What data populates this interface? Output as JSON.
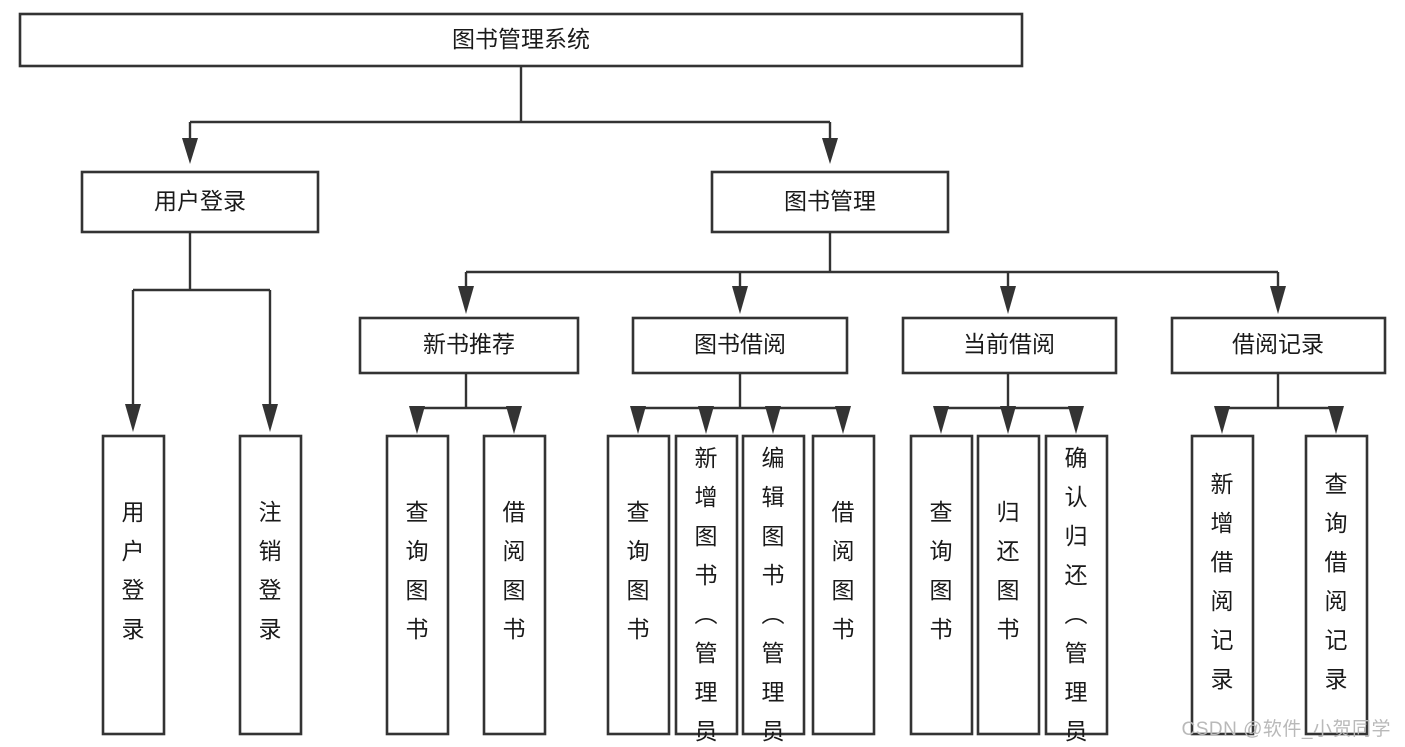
{
  "diagram": {
    "type": "tree-hierarchy-chart",
    "title": "图书管理系统",
    "watermark": "CSDN @软件_小贺同学",
    "colors": {
      "background": "#ffffff",
      "box_stroke": "#333333",
      "box_fill": "#ffffff",
      "text": "#1a1a1a",
      "watermark": "#b9b9b9"
    },
    "levels": [
      {
        "level": 1,
        "nodes": [
          {
            "id": "root",
            "label": "图书管理系统",
            "orientation": "horizontal"
          }
        ]
      },
      {
        "level": 2,
        "nodes": [
          {
            "id": "login",
            "label": "用户登录",
            "orientation": "horizontal",
            "parent": "root"
          },
          {
            "id": "bookmgmt",
            "label": "图书管理",
            "orientation": "horizontal",
            "parent": "root"
          }
        ]
      },
      {
        "level": 3,
        "nodes": [
          {
            "id": "newbook",
            "label": "新书推荐",
            "orientation": "horizontal",
            "parent": "bookmgmt"
          },
          {
            "id": "borrow",
            "label": "图书借阅",
            "orientation": "horizontal",
            "parent": "bookmgmt"
          },
          {
            "id": "current",
            "label": "当前借阅",
            "orientation": "horizontal",
            "parent": "bookmgmt"
          },
          {
            "id": "records",
            "label": "借阅记录",
            "orientation": "horizontal",
            "parent": "bookmgmt"
          }
        ]
      },
      {
        "level": 4,
        "nodes": [
          {
            "id": "leaf-1",
            "label": "用户登录",
            "orientation": "vertical",
            "parent": "login"
          },
          {
            "id": "leaf-2",
            "label": "注销登录",
            "orientation": "vertical",
            "parent": "login"
          },
          {
            "id": "leaf-3",
            "label": "查询图书",
            "orientation": "vertical",
            "parent": "newbook"
          },
          {
            "id": "leaf-4",
            "label": "借阅图书",
            "orientation": "vertical",
            "parent": "newbook"
          },
          {
            "id": "leaf-5",
            "label": "查询图书",
            "orientation": "vertical",
            "parent": "borrow"
          },
          {
            "id": "leaf-6",
            "label": "新增图书（管理员）",
            "orientation": "vertical",
            "parent": "borrow"
          },
          {
            "id": "leaf-7",
            "label": "编辑图书（管理员）",
            "orientation": "vertical",
            "parent": "borrow"
          },
          {
            "id": "leaf-8",
            "label": "借阅图书",
            "orientation": "vertical",
            "parent": "borrow"
          },
          {
            "id": "leaf-9",
            "label": "查询图书",
            "orientation": "vertical",
            "parent": "current"
          },
          {
            "id": "leaf-10",
            "label": "归还图书",
            "orientation": "vertical",
            "parent": "current"
          },
          {
            "id": "leaf-11",
            "label": "确认归还（管理员）",
            "orientation": "vertical",
            "parent": "current"
          },
          {
            "id": "leaf-12",
            "label": "新增借阅记录",
            "orientation": "vertical",
            "parent": "records"
          },
          {
            "id": "leaf-13",
            "label": "查询借阅记录",
            "orientation": "vertical",
            "parent": "records"
          }
        ]
      }
    ]
  }
}
